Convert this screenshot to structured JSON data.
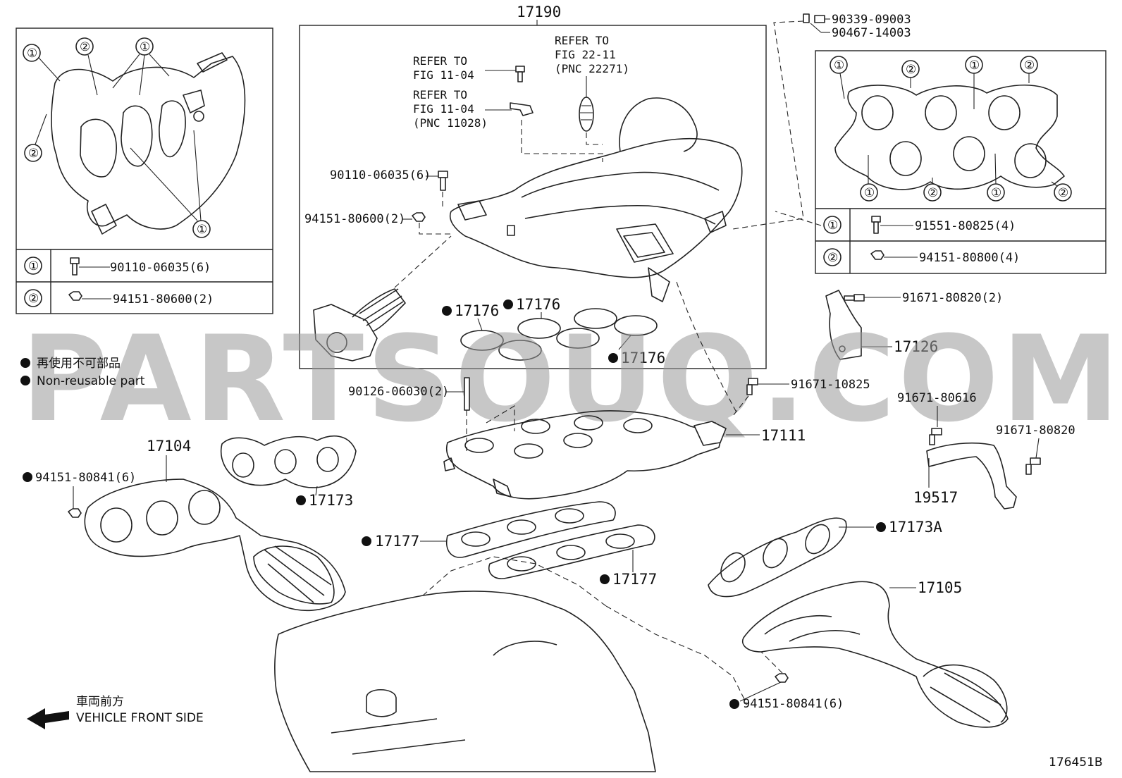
{
  "watermark": "PARTSOUQ.COM",
  "diagram_id": "176451B",
  "legend": {
    "reusable_jp": "再使用不可部品",
    "reusable_en": "Non-reusable part",
    "direction_jp": "車両前方",
    "direction_en": "VEHICLE FRONT SIDE"
  },
  "inset_left": {
    "table": [
      {
        "num": "①",
        "part": "90110-06035(6)"
      },
      {
        "num": "②",
        "part": "94151-80600(2)"
      }
    ],
    "callouts": [
      "①",
      "②",
      "①",
      "②",
      "①"
    ]
  },
  "inset_right": {
    "table": [
      {
        "num": "①",
        "part": "91551-80825(4)"
      },
      {
        "num": "②",
        "part": "94151-80800(4)"
      }
    ],
    "callouts": [
      "①",
      "②",
      "①",
      "②",
      "①",
      "②",
      "①",
      "②"
    ]
  },
  "center_box": {
    "title": "17190",
    "refer1": [
      "REFER TO",
      "FIG 11-04"
    ],
    "refer2": [
      "REFER TO",
      "FIG 11-04",
      "(PNC 11028)"
    ],
    "refer3": [
      "REFER TO",
      "FIG 22-11",
      "(PNC 22271)"
    ],
    "bolt": "90110-06035(6)",
    "nut": "94151-80600(2)",
    "gaskets": [
      "17176",
      "17176",
      "17176"
    ]
  },
  "labels": {
    "p90339": "90339-09003",
    "p90467": "90467-14003",
    "p91671_80820_2": "91671-80820(2)",
    "p17126": "17126",
    "p90126": "90126-06030(2)",
    "p91671_10825": "91671-10825",
    "p17111": "17111",
    "p91671_80616": "91671-80616",
    "p91671_80820": "91671-80820",
    "p19517": "19517",
    "p17104": "17104",
    "p94151_80841_left": "94151-80841(6)",
    "p17173": "17173",
    "p17177_a": "17177",
    "p17177_b": "17177",
    "p17173A": "17173A",
    "p17105": "17105",
    "p94151_80841_right": "94151-80841(6)"
  }
}
